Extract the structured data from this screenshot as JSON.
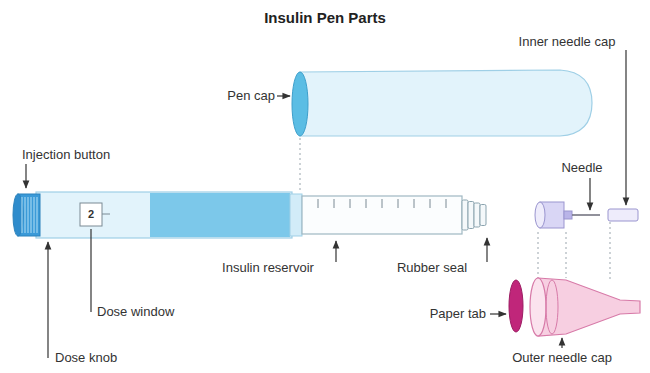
{
  "diagram": {
    "title": "Insulin Pen Parts",
    "labels": [
      "Pen cap",
      "Inner needle cap",
      "Injection button",
      "Needle",
      "2",
      "Insulin reservoir",
      "Rubber seal",
      "Dose window",
      "Paper tab",
      "Dose knob",
      "Outer needle cap"
    ]
  }
}
